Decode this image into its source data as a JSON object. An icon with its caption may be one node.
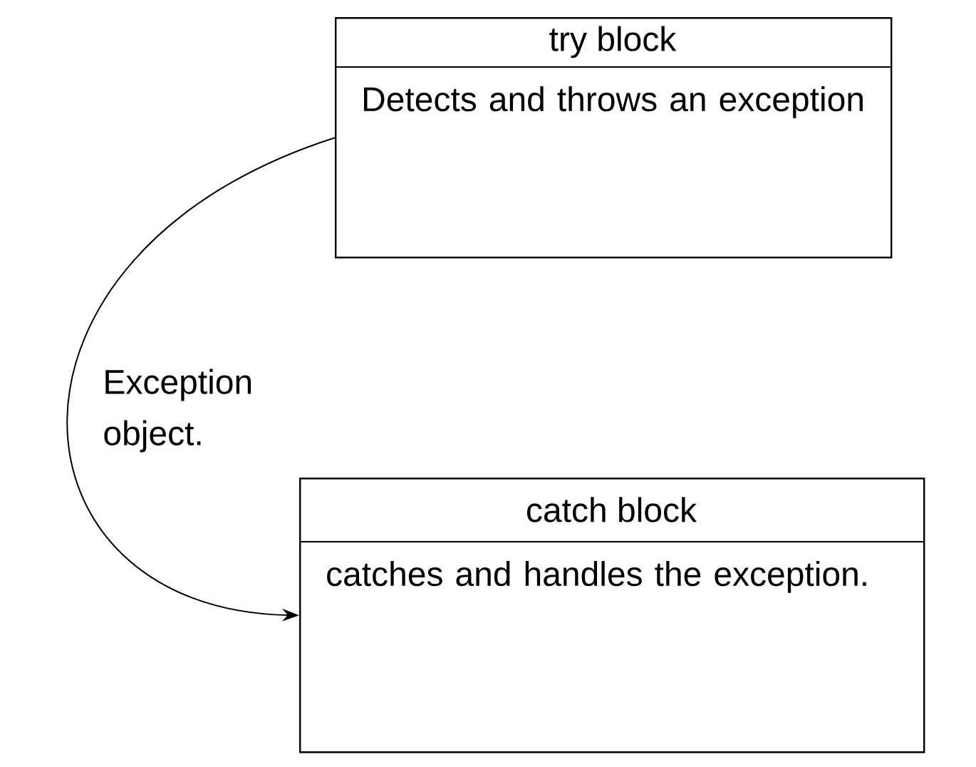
{
  "diagram": {
    "nodes": [
      {
        "text": [
          "try block",
          "Detects and throws an exception"
        ]
      },
      {
        "text": [
          "catch block",
          "catches and handles the exception."
        ]
      }
    ],
    "edges": [
      {
        "from": 0,
        "to": 1,
        "arrow": "to",
        "label": "Exception object."
      }
    ]
  }
}
